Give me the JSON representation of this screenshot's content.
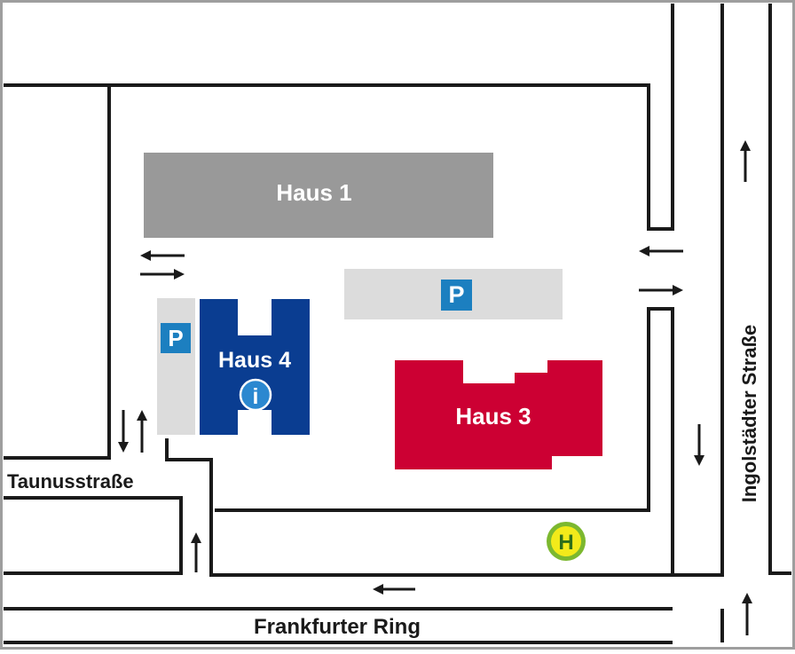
{
  "map": {
    "buildings": {
      "haus1": {
        "label": "Haus 1",
        "color": "#999999"
      },
      "haus3": {
        "label": "Haus 3",
        "color": "#cc0033"
      },
      "haus4": {
        "label": "Haus 4",
        "color": "#0a3d91"
      }
    },
    "parking": {
      "label": "P",
      "color": "#1c7fc0",
      "lot_color": "#dcdcdc"
    },
    "info": {
      "label": "i",
      "color": "#2b88d0"
    },
    "bus_stop": {
      "label": "H",
      "color": "#f2ea1a",
      "ring_color": "#7cb82f"
    },
    "streets": {
      "taunus": "Taunusstraße",
      "frankfurter": "Frankfurter Ring",
      "ingolstaedter": "Ingolstädter Straße"
    },
    "colors": {
      "road_line": "#1a1a1a",
      "frame": "#9e9e9e",
      "background": "#ffffff"
    }
  }
}
